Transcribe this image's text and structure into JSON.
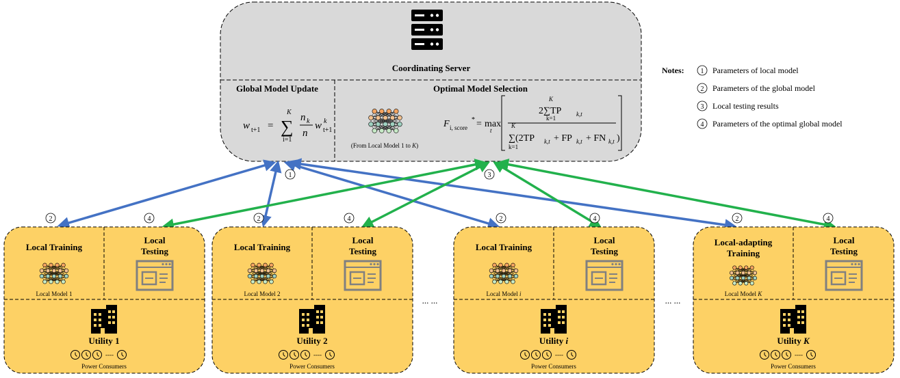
{
  "server": {
    "title": "Coordinating Server",
    "left_heading": "Global Model Update",
    "right_heading": "Optimal Model Selection",
    "nn_caption_prefix": "(From Local Model 1 to ",
    "nn_caption_var": "K",
    "nn_caption_suffix": ")",
    "formula_left": {
      "lhs": "w",
      "lhs_sub": "t+1",
      "sum_top": "K",
      "sum_bottom": "i=1",
      "frac_num": "n",
      "frac_num_sub": "k",
      "frac_den": "n",
      "rhs": "w",
      "rhs_sub": "t+1",
      "rhs_sup": "k"
    },
    "formula_right": {
      "lhs": "F",
      "lhs_sub": "i, score",
      "lhs_sup": "*",
      "op": "max",
      "op_sub": "t",
      "num": "2∑TP",
      "num_sub": "k,t",
      "num_top": "K",
      "num_bottom": "k=1",
      "den": "∑(2TP",
      "den_sub1": "k,t",
      "den_mid1": "+ FP",
      "den_sub2": "k,t",
      "den_mid2": "+ FN",
      "den_sub3": "k,t",
      "den_end": ")",
      "den_top": "K",
      "den_bottom": "k=1"
    }
  },
  "notes": {
    "label": "Notes:",
    "items": [
      {
        "num": "1",
        "text": "Parameters of local model"
      },
      {
        "num": "2",
        "text": "Parameters of the global model"
      },
      {
        "num": "3",
        "text": "Local testing results"
      },
      {
        "num": "4",
        "text": "Parameters of the optimal global model"
      }
    ]
  },
  "marker_labels": {
    "m1": "1",
    "m3": "3",
    "m2": "2",
    "m4": "4"
  },
  "utilities": [
    {
      "train_line1": "Local Training",
      "train_line2": "",
      "test_line1": "Local",
      "test_line2": "Testing",
      "model_prefix": "Local Model ",
      "model_id": "1",
      "model_italic": false,
      "utility_prefix": "Utility ",
      "utility_id": "1",
      "utility_italic": false,
      "consumers": "Power Consumers"
    },
    {
      "train_line1": "Local Training",
      "train_line2": "",
      "test_line1": "Local",
      "test_line2": "Testing",
      "model_prefix": "Local Model ",
      "model_id": "2",
      "model_italic": false,
      "utility_prefix": "Utility ",
      "utility_id": "2",
      "utility_italic": false,
      "consumers": "Power Consumers"
    },
    {
      "train_line1": "Local Training",
      "train_line2": "",
      "test_line1": "Local",
      "test_line2": "Testing",
      "model_prefix": "Local Model ",
      "model_id": "i",
      "model_italic": true,
      "utility_prefix": "Utility ",
      "utility_id": "i",
      "utility_italic": true,
      "consumers": "Power Consumers"
    },
    {
      "train_line1": "Local-adapting",
      "train_line2": "Training",
      "test_line1": "Local",
      "test_line2": "Testing",
      "model_prefix": "Local Model ",
      "model_id": "K",
      "model_italic": true,
      "utility_prefix": "Utility ",
      "utility_id": "K",
      "utility_italic": true,
      "consumers": "Power Consumers"
    }
  ],
  "ellipsis": [
    "... ...",
    "... ..."
  ],
  "consumer_dash": "----",
  "colors": {
    "server_fill": "#d9d9d9",
    "utility_fill": "#fdd165",
    "arrow_blue": "#4472c4",
    "arrow_green": "#22b14c",
    "node_orange": "#f4a460",
    "node_green": "#c6e9c6",
    "icon_gray": "#808080"
  }
}
